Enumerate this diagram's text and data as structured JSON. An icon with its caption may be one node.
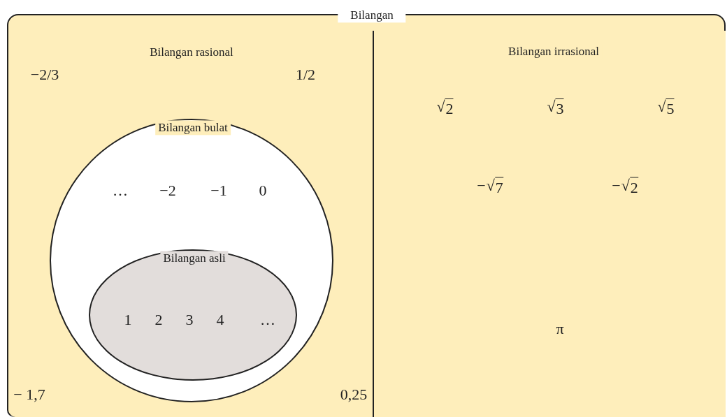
{
  "diagram": {
    "nodes": [
      {
        "text": [
          "Bilangan"
        ]
      },
      {
        "text": [
          "Bilangan rasional",
          "−2/3",
          "1/2",
          "− 1,7",
          "0,25"
        ],
        "in": 0
      },
      {
        "text": [
          "Bilangan irrasional",
          "√2",
          "√3",
          "√5",
          "−√7",
          "−√2",
          "π"
        ],
        "in": 0
      },
      {
        "text": [
          "Bilangan bulat",
          "…",
          "−2",
          "−1",
          "0"
        ],
        "in": 1
      },
      {
        "text": [
          "Bilangan asli",
          "1",
          "2",
          "3",
          "4",
          "…"
        ],
        "in": 3
      }
    ]
  }
}
